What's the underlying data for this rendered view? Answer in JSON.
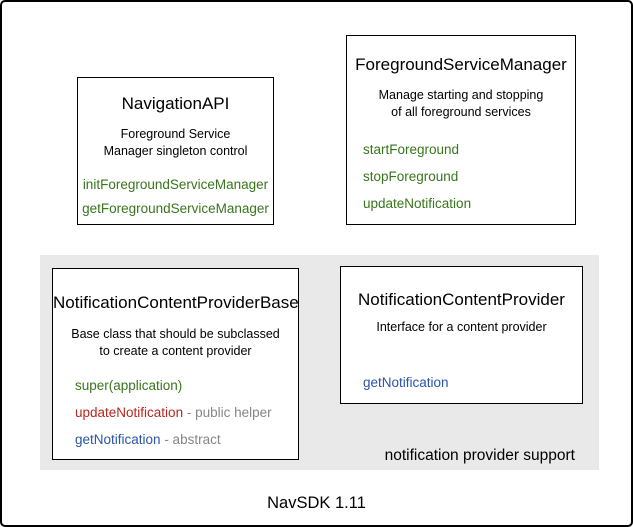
{
  "colors": {
    "method_green": "#38761d",
    "method_red": "#b6281e",
    "method_blue": "#2a54a8",
    "annotation_gray": "#868686",
    "region_bg": "#e9e9e9",
    "border_black": "#000000"
  },
  "caption": "NavSDK 1.11",
  "region": {
    "label": "notification provider support"
  },
  "boxes": {
    "navigation_api": {
      "title": "NavigationAPI",
      "description": [
        "Foreground Service",
        "Manager singleton control"
      ],
      "methods": [
        {
          "name": "initForegroundServiceManager"
        },
        {
          "name": "getForegroundServiceManager"
        }
      ]
    },
    "foreground_service_manager": {
      "title": "ForegroundServiceManager",
      "description": [
        "Manage starting and stopping",
        "of all foreground services"
      ],
      "methods": [
        {
          "name": "startForeground"
        },
        {
          "name": "stopForeground"
        },
        {
          "name": "updateNotification"
        }
      ]
    },
    "notification_content_provider_base": {
      "title": "NotificationContentProviderBase",
      "description": [
        "Base class that should be subclassed",
        "to create a content provider"
      ],
      "methods": [
        {
          "name": "super(application)",
          "suffix": ""
        },
        {
          "name": "updateNotification",
          "suffix": " - public helper"
        },
        {
          "name": "getNotification",
          "suffix": " - abstract"
        }
      ]
    },
    "notification_content_provider": {
      "title": "NotificationContentProvider",
      "description": [
        "Interface for a content provider"
      ],
      "methods": [
        {
          "name": "getNotification"
        }
      ]
    }
  }
}
